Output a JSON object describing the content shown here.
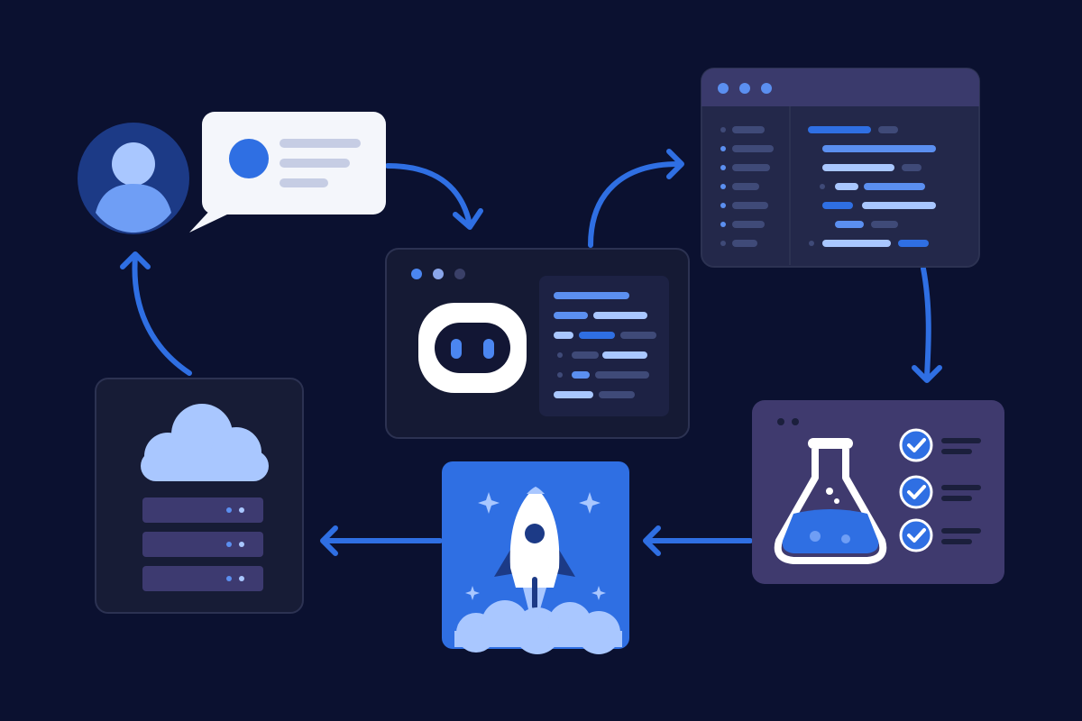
{
  "colors": {
    "background": "#0b1130",
    "panel_dark": "#171c36",
    "panel_border": "#2c3252",
    "panel_editor": "#262a4a",
    "panel_lab": "#3f3a6e",
    "accent_blue": "#3b82f6",
    "accent_blue_strong": "#2f6fe3",
    "light_blue": "#a9c7ff",
    "mid_blue": "#5b8ff0",
    "placeholder_muted": "#3f4a78",
    "white": "#ffffff"
  },
  "nodes": [
    {
      "id": "user",
      "icon": "user-avatar-icon"
    },
    {
      "id": "prompt",
      "icon": "chat-bubble-icon"
    },
    {
      "id": "agent",
      "icon": "robot-face-icon"
    },
    {
      "id": "editor",
      "icon": "code-window-icon"
    },
    {
      "id": "testing",
      "icon": "flask-icon"
    },
    {
      "id": "deploy",
      "icon": "rocket-icon"
    },
    {
      "id": "infrastructure",
      "icon": "cloud-server-icon"
    }
  ],
  "flow": [
    {
      "from": "prompt",
      "to": "agent"
    },
    {
      "from": "agent",
      "to": "editor"
    },
    {
      "from": "editor",
      "to": "testing"
    },
    {
      "from": "testing",
      "to": "deploy"
    },
    {
      "from": "deploy",
      "to": "infrastructure"
    },
    {
      "from": "infrastructure",
      "to": "user"
    }
  ],
  "test_checks": [
    {
      "status": "passed"
    },
    {
      "status": "passed"
    },
    {
      "status": "passed"
    }
  ]
}
